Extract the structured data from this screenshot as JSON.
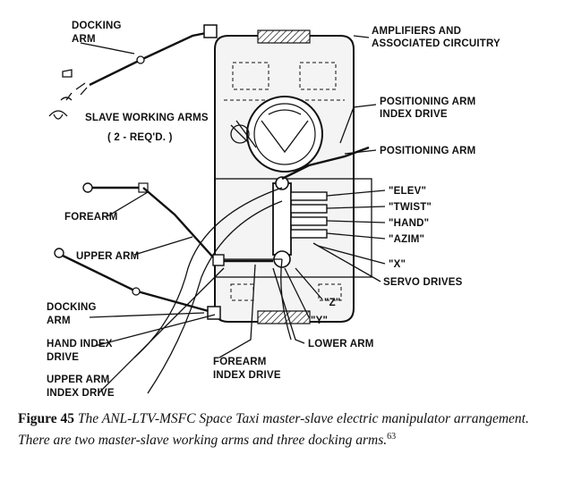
{
  "labels": {
    "docking_arm_top": [
      "DOCKING",
      "ARM"
    ],
    "amplifiers": [
      "AMPLIFIERS AND",
      "ASSOCIATED CIRCUITRY"
    ],
    "slave_working_arms": "SLAVE WORKING ARMS",
    "two_reqd": "( 2 - REQ'D. )",
    "positioning_arm_index_drive": [
      "POSITIONING ARM",
      "INDEX DRIVE"
    ],
    "positioning_arm": "POSITIONING ARM",
    "elev": "\"ELEV\"",
    "twist": "\"TWIST\"",
    "hand": "\"HAND\"",
    "azim": "\"AZIM\"",
    "x": "\"X\"",
    "servo_drives": "SERVO DRIVES",
    "z": "\"Z\"",
    "y": "\"Y\"",
    "forearm": "FOREARM",
    "upper_arm": "UPPER ARM",
    "docking_arm_bottom": [
      "DOCKING",
      "ARM"
    ],
    "hand_index_drive": [
      "HAND INDEX",
      "DRIVE"
    ],
    "upper_arm_index_drive": [
      "UPPER ARM",
      "INDEX DRIVE"
    ],
    "forearm_index_drive": [
      "FOREARM",
      "INDEX DRIVE"
    ],
    "lower_arm": "LOWER ARM"
  },
  "caption": {
    "figure": "Figure 45",
    "text": "The ANL-LTV-MSFC Space Taxi master-slave electric manipulator arrangement. There are two master-slave working arms and three docking arms.",
    "ref": "63"
  }
}
